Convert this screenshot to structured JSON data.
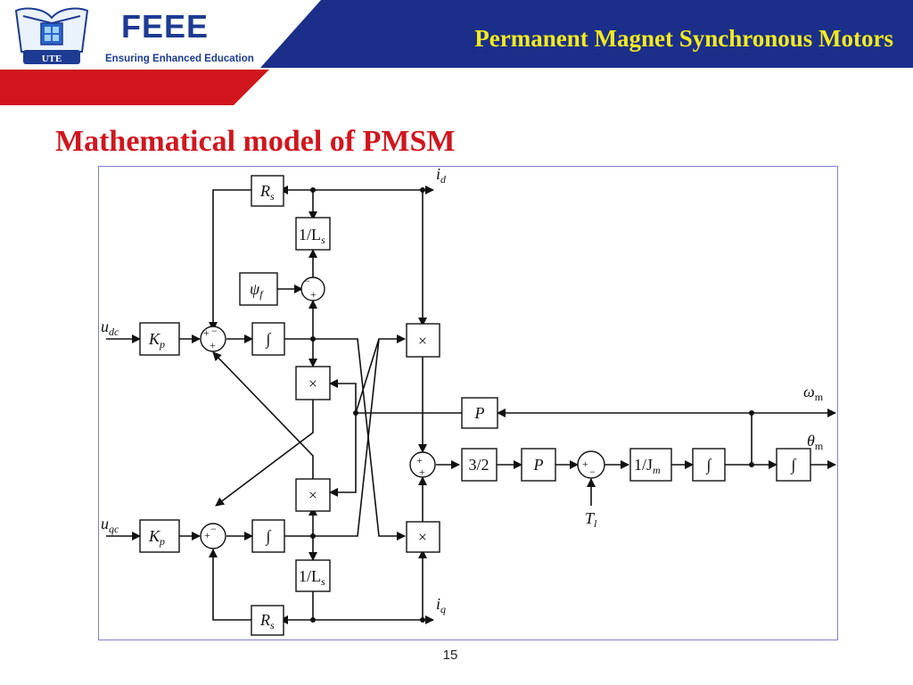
{
  "header": {
    "logo_badge_text": "UTE",
    "brand_name": "FEEE",
    "brand_tagline": "Ensuring Enhanced Education",
    "slide_title": "Permanent Magnet Synchronous Motors",
    "colors": {
      "navy": "#1b2f8a",
      "red": "#d1161d",
      "title_yellow": "#f4ea1e"
    }
  },
  "section_heading": "Mathematical model of PMSM",
  "diagram": {
    "inputs": {
      "udc": "u",
      "udc_sub": "dc",
      "uqc": "u",
      "uqc_sub": "qc",
      "tl": "T",
      "tl_sub": "l"
    },
    "outputs": {
      "id": "i",
      "id_sub": "d",
      "iq": "i",
      "iq_sub": "q",
      "wm": "ω",
      "wm_sub": "m",
      "thm": "θ",
      "thm_sub": "m"
    },
    "blocks": {
      "kp": "K",
      "kp_sub": "p",
      "integral": "∫",
      "rs": "R",
      "rs_sub": "s",
      "inv_ls": "1/L",
      "inv_ls_sub": "s",
      "psi": "ψ",
      "psi_sub": "f",
      "mult": "×",
      "three_halves": "3/2",
      "p": "P",
      "inv_jm": "1/J",
      "inv_jm_sub": "m"
    },
    "signs": {
      "plus": "+",
      "minus": "−"
    }
  },
  "footer": {
    "page_number": "15"
  }
}
